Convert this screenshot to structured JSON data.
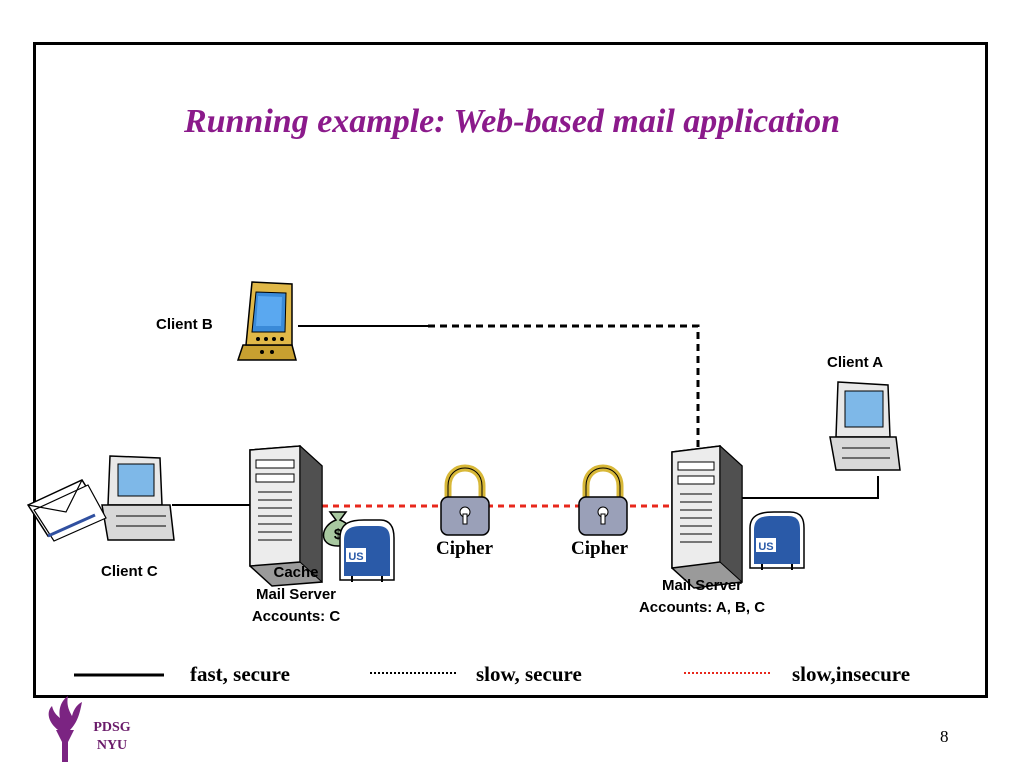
{
  "slide": {
    "title": "Running example: Web-based mail application",
    "page_number": "8"
  },
  "nodes": {
    "client_b": "Client B",
    "client_a": "Client A",
    "client_c": "Client C",
    "cache": {
      "line1": "Cache",
      "line2": "Mail Server",
      "line3": "Accounts: C"
    },
    "mail_server": {
      "line1": "Mail Server",
      "line2": "Accounts: A, B, C"
    },
    "cipher_left": "Cipher",
    "cipher_right": "Cipher",
    "mailbox_badge": "US",
    "money_bag_symbol": "$"
  },
  "legend": {
    "fast_secure": "fast, secure",
    "slow_secure": "slow, secure",
    "slow_insecure": "slow,insecure"
  },
  "footer": {
    "line1": "PDSG",
    "line2": "NYU"
  },
  "colors": {
    "title": "#8b1a8b",
    "insecure_line": "#e8281c",
    "logo": "#7b2482"
  }
}
